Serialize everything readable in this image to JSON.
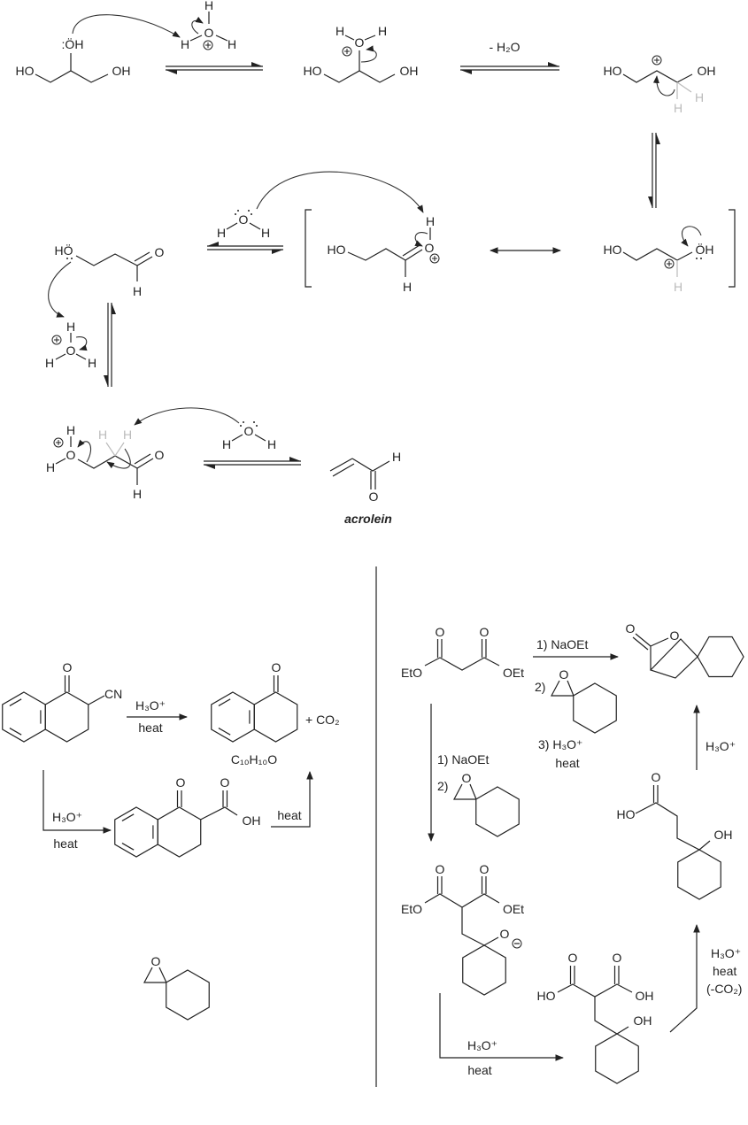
{
  "atoms": {
    "HO": "HO",
    "OH": "OH",
    "H": "H",
    "O": "O",
    "OH_lp": ":ÖH",
    "HO_lp": "HÖ",
    "OH_dots": "ÖH",
    "CN": "CN",
    "EtO": "EtO",
    "OEt": "OEt"
  },
  "reagents": {
    "minus_water": "- H₂O",
    "h3o": "H₃O⁺",
    "heat": "heat",
    "plus_co2": "+ CO₂",
    "minus_co2": "(-CO₂)",
    "naoet_1": "1) NaOEt",
    "step_2": "2)",
    "h3o_3": "3) H₃O⁺"
  },
  "labels": {
    "acrolein": "acrolein",
    "formula": "C₁₀H₁₀O"
  },
  "colors": {
    "bond": "#222222",
    "grey_h": "#bbbbbb"
  }
}
